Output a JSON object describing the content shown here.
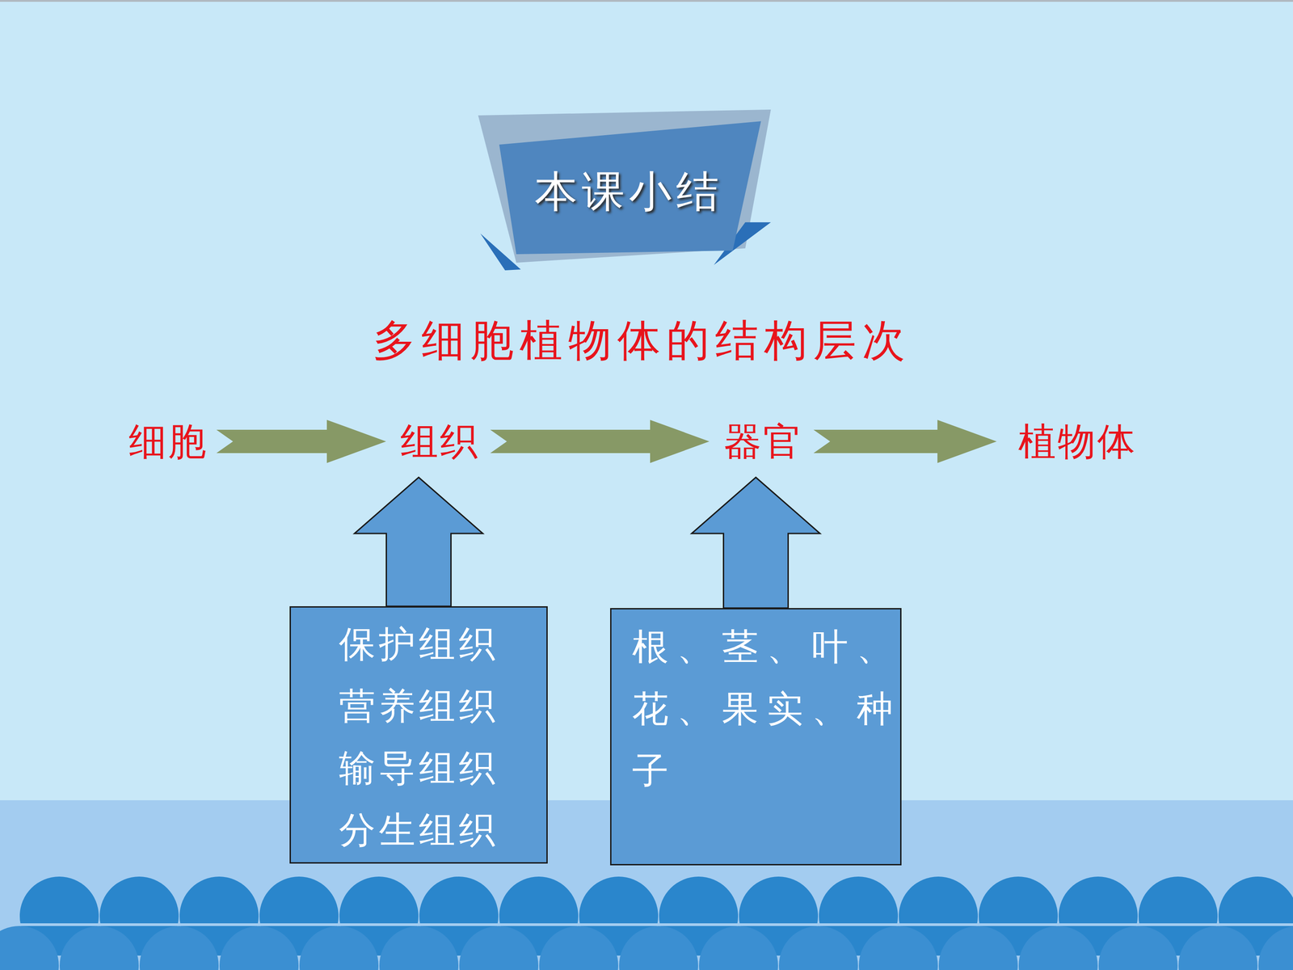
{
  "diagram": {
    "title": "本课小结",
    "nodes": [
      {
        "text": [
          "细胞"
        ]
      },
      {
        "text": [
          "组织"
        ]
      },
      {
        "text": [
          "器官"
        ]
      },
      {
        "text": [
          "植物体"
        ]
      },
      {
        "text": [
          "保护组织",
          "营养组织",
          "输导组织",
          "分生组织"
        ]
      },
      {
        "text": [
          "根、茎、叶、花、果实、种子"
        ]
      }
    ],
    "edges": [
      {
        "from": 0,
        "to": 1,
        "arrow": "to"
      },
      {
        "from": 1,
        "to": 2,
        "arrow": "to"
      },
      {
        "from": 2,
        "to": 3,
        "arrow": "to"
      },
      {
        "from": 4,
        "to": 1,
        "arrow": "to"
      },
      {
        "from": 5,
        "to": 2,
        "arrow": "to"
      }
    ],
    "labels": [
      "多细胞植物体的结构层次"
    ]
  }
}
